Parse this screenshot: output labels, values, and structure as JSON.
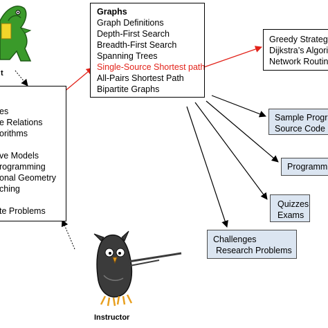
{
  "graphs_box": {
    "title": "Graphs",
    "items": [
      "Graph Definitions",
      "Depth-First Search",
      "Breadth-First Search",
      "Spanning Trees",
      "Single-Source Shortest path",
      "All-Pairs Shortest Path",
      "Bipartite Graphs"
    ],
    "highlight_color": "#e2231a"
  },
  "left_box": {
    "items": [
      "es",
      "e Relations",
      "orithms",
      "",
      "ve Models",
      "rogramming",
      "onal Geometry",
      "ching",
      "",
      "te Problems"
    ]
  },
  "shortest_path_box": {
    "items": [
      "Greedy Strategy",
      "Dijkstra’s Algori",
      "Network Routin"
    ]
  },
  "sample_box": {
    "items": [
      "Sample Progra",
      "Source Code"
    ]
  },
  "programming_box": {
    "items": [
      "Programmi"
    ]
  },
  "quizzes_box": {
    "items": [
      "Quizzes",
      "Exams"
    ]
  },
  "challenges_box": {
    "items": [
      "Challenges",
      "Research Problems"
    ]
  },
  "captions": {
    "student_partial": "t",
    "instructor": "Instructor"
  },
  "colors": {
    "highlight_arrow": "#e2231a",
    "blue_box_fill": "#dbe5f1",
    "alligator_green": "#3a9a2a",
    "owl_dark": "#3b3b3b"
  },
  "icons": {
    "student": "alligator-student-icon",
    "instructor": "owl-instructor-icon"
  }
}
